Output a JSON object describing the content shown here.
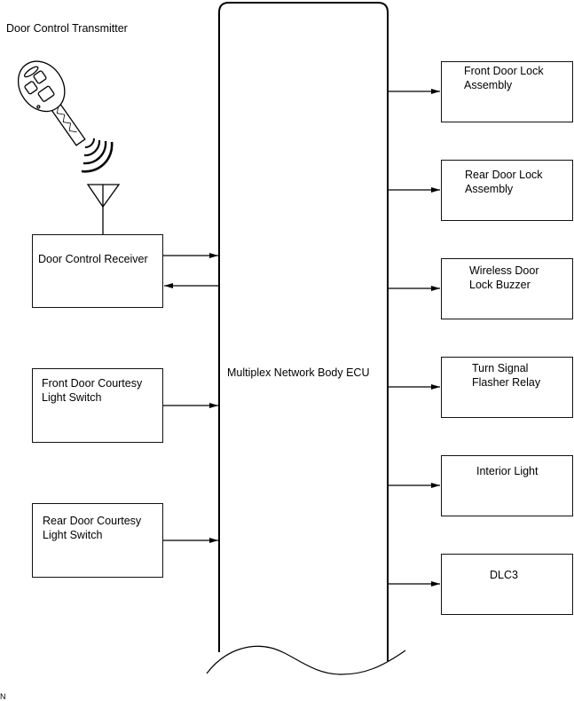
{
  "diagram": {
    "transmitter_label": "Door Control Transmitter",
    "ecu_label": "Multiplex Network Body ECU",
    "receiver_label": "Door Control Receiver",
    "inputs": [
      {
        "label": "Front Door Courtesy\nLight Switch"
      },
      {
        "label": "Rear Door Courtesy\nLight Switch"
      }
    ],
    "outputs": [
      {
        "label": "Front Door Lock\nAssembly"
      },
      {
        "label": "Rear Door Lock\nAssembly"
      },
      {
        "label": "Wireless Door\nLock Buzzer"
      },
      {
        "label": "Turn Signal\nFlasher Relay"
      },
      {
        "label": "Interior Light"
      },
      {
        "label": "DLC3"
      }
    ],
    "corner_mark": "N",
    "line_color": "#000000",
    "background_color": "#ffffff"
  }
}
